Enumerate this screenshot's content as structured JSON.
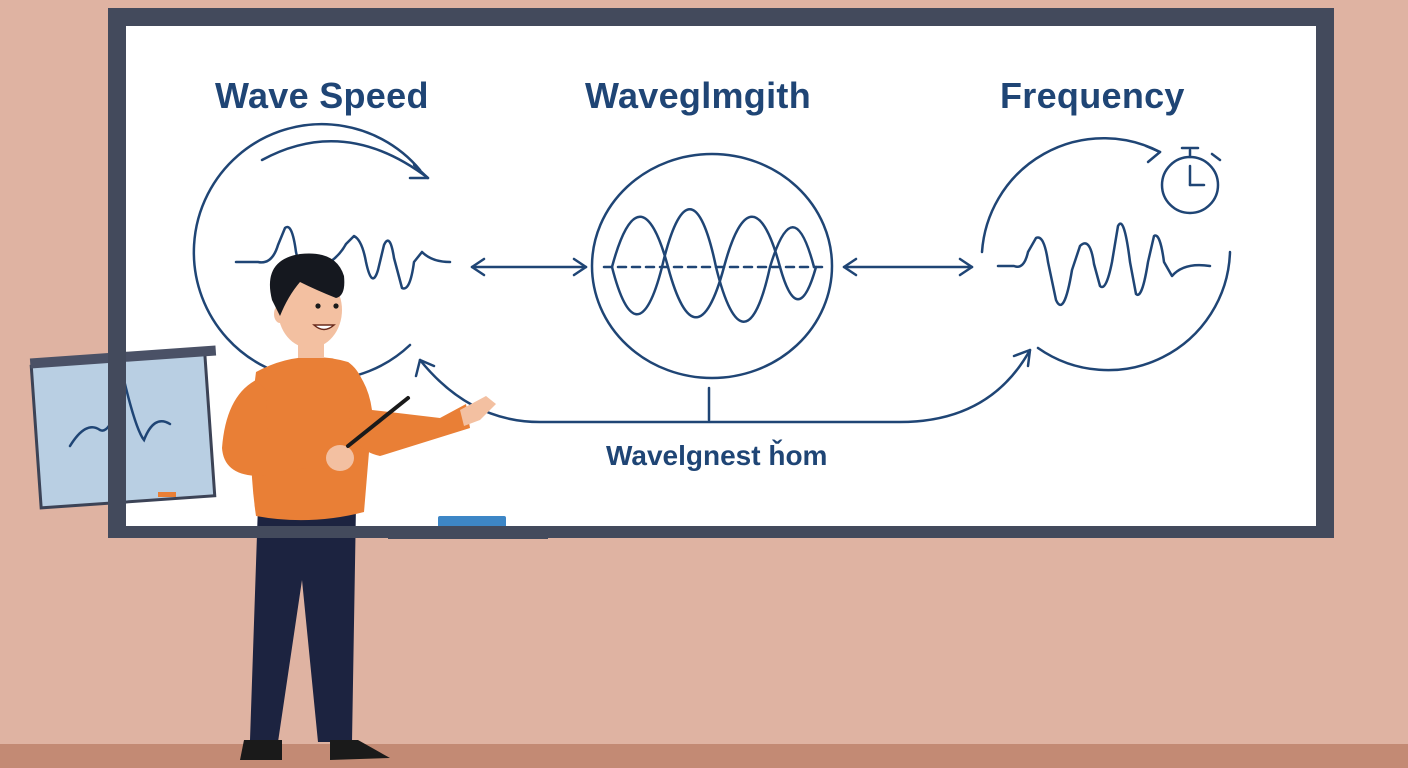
{
  "whiteboard": {
    "titles": {
      "speed": "Wave Speed",
      "wavelength": "Waveglmgith",
      "frequency": "Frequency"
    },
    "bottom_label": "Wavelgnest ȟom"
  },
  "colors": {
    "wall": "#dfb3a2",
    "floor": "#c38a74",
    "board_frame": "#434a5c",
    "board_surface": "#ffffff",
    "ink": "#1f4575",
    "sweater": "#e97f36",
    "pants": "#1c2340",
    "eraser": "#3d86c6"
  }
}
